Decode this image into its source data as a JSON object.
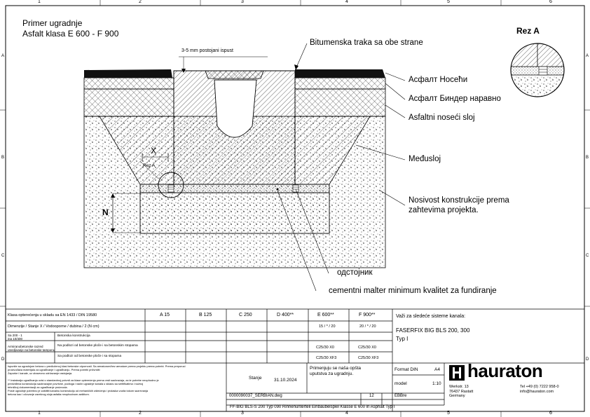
{
  "title": {
    "line1": "Primer ugradnje",
    "line2": "Asfalt klasa E 600 - F 900"
  },
  "detail_label": "Rez A",
  "grid": {
    "cols": [
      "1",
      "2",
      "3",
      "4",
      "5",
      "6"
    ],
    "rows": [
      "A",
      "B",
      "C",
      "D"
    ]
  },
  "drawing": {
    "gap_note": "3-5 mm postojani ispust",
    "x_label": "X",
    "rez_small": "Rez A",
    "n_label": "N"
  },
  "callouts": [
    "Bitumenska traka sa obe strane",
    "Асфалт Носећи",
    "Асфалт Биндер наравно",
    "Asfaltni noseći sloj",
    "Međusloj",
    "Nosivost konstrukcije prema",
    "zahtevima projekta.",
    "одстојник",
    "cementni malter minimum kvalitet za fundiranje"
  ],
  "table": {
    "header_left": "Klasa opterećenja u skladu sa EN 1433 / DIN 19580",
    "classes": [
      "A 15",
      "B 125",
      "C 250",
      "D 400**",
      "E 600**",
      "F 900**"
    ],
    "row1_left": "Dimenzije / Stanje X / Vodooporne / dubina / 2 (N cm)",
    "row1_e": "15 / * / 20",
    "row1_f": "20 / * / 20",
    "row2a_left": "Sa 200 - 1\nina 10/400",
    "row2a_mid": "Betonska konstrukcija",
    "row2b_left": "Armiranobetonske razred\nutvrdjivanje na betonske tamponu",
    "row2b_mid": "Na podlozi od betonske ploče i sa betonskim stopama",
    "row2b_e": "C25/30 X0",
    "row2b_f": "C25/30 X0",
    "row3_mid": "Sa podlozi od betonske ploče i sa stopama",
    "row3_e": "C25/30 XF3",
    "row3_f": "C25/30 XF3",
    "valid_title": "Važi za sledeće sisteme kanala:",
    "system_name": "FASERFIX BIG BLS  200, 300",
    "system_type": "Typ I",
    "notes": [
      "Ispunite sa ugradnjom betona u predloženoj klasi betonske otpornosti. Sa armaturom/bez armature prema projektu prema potrebi. Prema preporuci",
      "proizvođača materijala za ugrađivanje i ugrađivanju. Prema potrebi pričvrstiti",
      "Zaporke i kanale, uz obavezno održavanje rastojanja.",
      "",
      "** Instalacija ugrađivanja ovisi o standardnoj potvrdi za klase opterećenja prema vrsti saobraćaja, za te potrebe neophodno je",
      "predviđena konstrukcija saobraćajne površine, podloga i način ugradnje kanala u skladu sa sertifikatima i nužnoj",
      "tehničkoj dokumentaciji za ugrađivanje proizvoda.",
      "Posle ugradnje potrebno je zaštititi kanalnu konstrukciju od mehaničkih oštećenja i prolaska vozila tokom sazrevanja",
      "betona kao i očuvanje završnog sloja asfalta neophodnom zaštitom."
    ],
    "status_label": "Stanje",
    "status_date": "31.10.2024",
    "note_label": "Primenjuju se naša opšta\nuputstva za ugradnju.",
    "format_label": "Format DIN",
    "format_value": "A4",
    "scale_label": "model",
    "scale_value": "1:10",
    "file_name": "0000090037_SERBIAN.dwg",
    "file_num": "12",
    "file_code": "EBBre",
    "footer": "FF-BIG BLS-S 200 Typ 090 Rinnenunterteil Einbaubeispiel Klasse E 600 in Asphalt Typ I",
    "logo": "hauraton",
    "address": [
      "Werkstr. 13",
      "76437 Rastatt",
      "Germany"
    ],
    "contact": [
      "Tel +49 (0) 7222 958-0",
      "info@hauraton.com"
    ]
  }
}
